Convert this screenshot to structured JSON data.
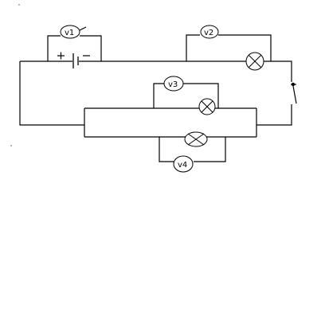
{
  "meters": {
    "v1": "v1",
    "v2": "v2",
    "v3": "v3",
    "v4": "v4"
  }
}
